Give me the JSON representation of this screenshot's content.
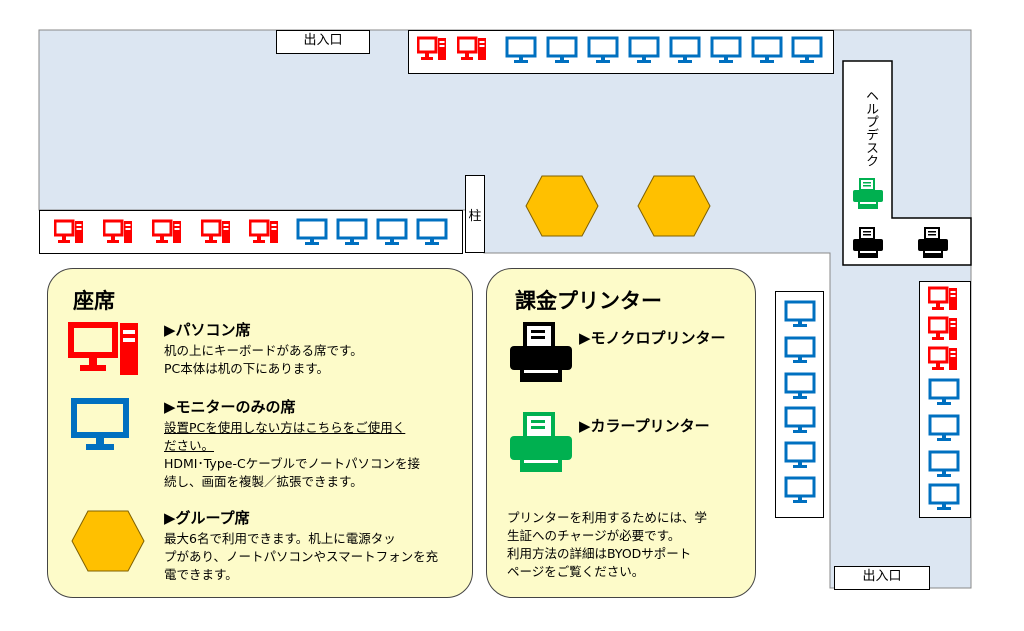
{
  "floor": {
    "entrance_top": "出入口",
    "entrance_bottom": "出入口",
    "pillar": "柱",
    "help_desk": "ヘルプデスク"
  },
  "colors": {
    "floor": "#dce6f2",
    "desktop_pc": "#ff0000",
    "monitor_only": "#0070c0",
    "group_seat": "#ffc000",
    "color_printer": "#00b050",
    "mono_printer": "#000000",
    "legend_bg": "#fdfbc9"
  },
  "icons": {
    "desktop_pc": "desktop-pc-icon",
    "monitor": "monitor-icon",
    "group_seat": "hexagon-icon",
    "mono_printer": "printer-icon",
    "color_printer": "printer-icon"
  },
  "seats_legend": {
    "title": "座席",
    "pc": {
      "heading": "▶パソコン席",
      "line1": "机の上にキーボードがある席です。",
      "line2": "PC本体は机の下にあります。"
    },
    "monitor": {
      "heading": "▶モニターのみの席",
      "line1": "設置PCを使用しない方はこちらをご使用く",
      "line2": "ださい。",
      "line3": "HDMI･Type-Cケーブルでノートパソコンを接",
      "line4": "続し、画面を複製／拡張できます。"
    },
    "group": {
      "heading": "▶グループ席",
      "line1": "最大6名で利用できます。机上に電源タッ",
      "line2": "プがあり、ノートパソコンやスマートフォンを充",
      "line3": "電できます。"
    }
  },
  "printer_legend": {
    "title": "課金プリンター",
    "mono_label": "▶モノクロプリンター",
    "color_label": "▶カラープリンター",
    "note_line1": "プリンターを利用するためには、学",
    "note_line2": "生証へのチャージが必要です。",
    "note_line3": "利用方法の詳細はBYODサポート",
    "note_line4": "ページをご覧ください。"
  }
}
